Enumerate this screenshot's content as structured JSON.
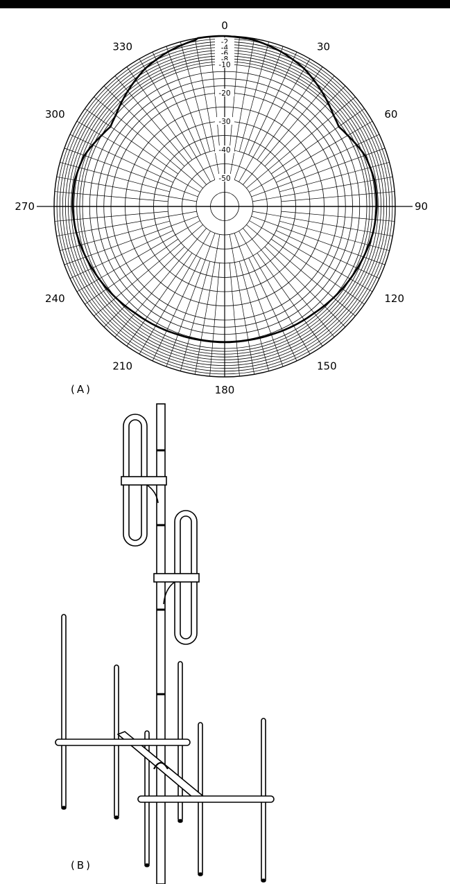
{
  "figure": {
    "panel_a_label": "(A)",
    "panel_b_label": "(B)"
  },
  "polar_plot": {
    "angle_labels": [
      "0",
      "30",
      "60",
      "90",
      "120",
      "150",
      "180",
      "210",
      "240",
      "270",
      "300",
      "330"
    ],
    "db_ring_labels": [
      "-2",
      "-4",
      "-6",
      "-8",
      "-10",
      "-20",
      "-30",
      "-40",
      "-50"
    ],
    "db_ring_values": [
      -2,
      -4,
      -6,
      -8,
      -10,
      -20,
      -30,
      -40,
      -50
    ],
    "min_db": -60,
    "pattern_db": [
      [
        0,
        0
      ],
      [
        10,
        -0.5
      ],
      [
        20,
        -2
      ],
      [
        30,
        -4
      ],
      [
        40,
        -7
      ],
      [
        50,
        -10
      ],
      [
        55,
        -11
      ],
      [
        60,
        -10
      ],
      [
        70,
        -7.5
      ],
      [
        80,
        -6.5
      ],
      [
        90,
        -6.5
      ],
      [
        100,
        -7
      ],
      [
        110,
        -8
      ],
      [
        120,
        -9
      ],
      [
        130,
        -10
      ],
      [
        140,
        -11
      ],
      [
        150,
        -11.5
      ],
      [
        160,
        -12
      ],
      [
        170,
        -12.2
      ],
      [
        180,
        -12.2
      ]
    ]
  },
  "antenna": {
    "description_elements": [
      "mast",
      "folded-dipole",
      "clamp",
      "crossboom",
      "yagi-element"
    ]
  }
}
